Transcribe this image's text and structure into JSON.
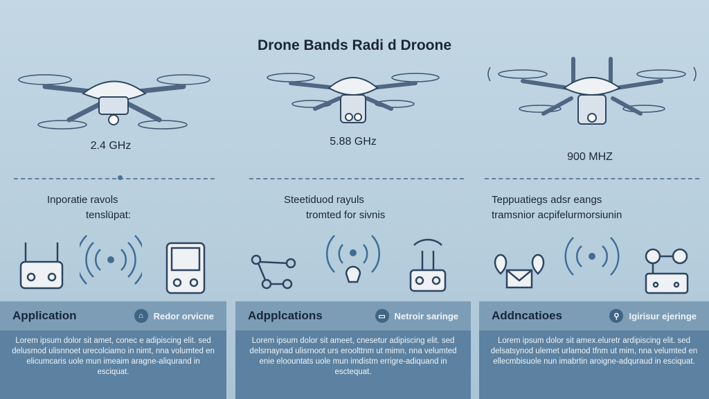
{
  "title": "Drone Bands Radi d Droone",
  "columns": [
    {
      "freq": "2.4 GHz",
      "subtitle_line1": "Inporatie ravols",
      "subtitle_line2": "tenslüpat:",
      "panel_title": "Application",
      "badge": "Redor orvicne",
      "badge_icon": "home-icon",
      "body": "Lorem ipsum dolor sit amet, conec e adipiscing elit. sed delusmod ulisnnoet urecolciamo in nimt, nna volumted en elicumcaris uole mun imeaim aragne-aliqurand in esciquat."
    },
    {
      "freq": "5.88 GHz",
      "subtitle_line1": "Steetiduod rayuls",
      "subtitle_line2": "tromted for sivnis",
      "panel_title": "Adpplcations",
      "badge": "Netroir saringe",
      "badge_icon": "router-icon",
      "body": "Lorem ipsum dolor sit ameet, cnesetur adipiscing elit. sed delsrnaynad ulisrnoot urs eroolttnm ut mimn, nna velumted enie eloountats uole mun imdistm errigre-adiquand in esctequat."
    },
    {
      "freq": "900 MHZ",
      "subtitle_line1": "Teppuatiegs adsr eangs",
      "subtitle_line2": "tramsnior acpifelurmorsiunin",
      "panel_title": "Addncatioes",
      "badge": "Igirisur ejeringe",
      "badge_icon": "location-pin-icon",
      "body": "Lorem ipsum dolor sit amex.eluretr ardipiscing elit. sed delsatsynod ulemet urlamod tfnm ut mim, nna velumted en ellecmbisuole nun imabrtin aroigne-adquraud in esciquat."
    }
  ]
}
